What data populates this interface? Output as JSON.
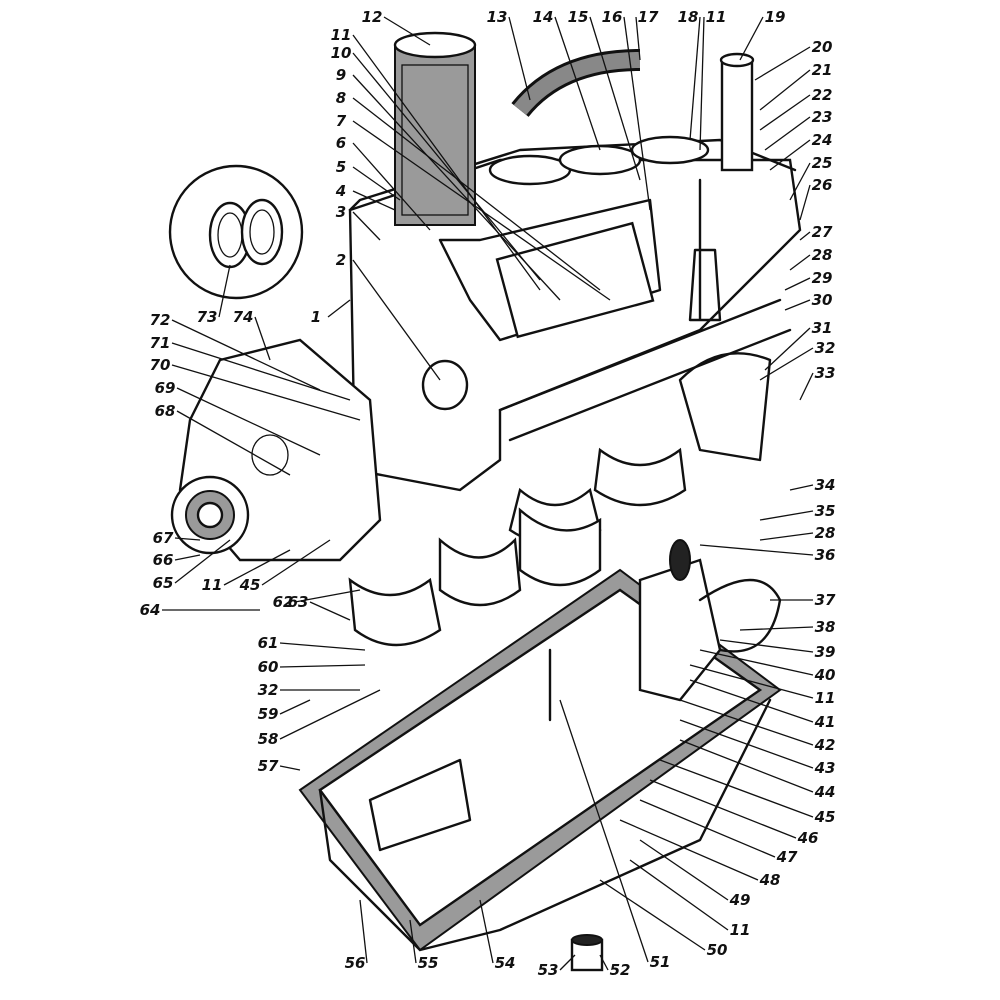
{
  "diagram": {
    "type": "exploded-view",
    "callouts": [
      "12",
      "13",
      "14",
      "15",
      "16",
      "17",
      "18",
      "11",
      "19",
      "20",
      "21",
      "22",
      "23",
      "24",
      "25",
      "26",
      "27",
      "28",
      "29",
      "30",
      "31",
      "32",
      "33",
      "34",
      "35",
      "28",
      "36",
      "37",
      "38",
      "39",
      "40",
      "11",
      "41",
      "42",
      "43",
      "44",
      "45",
      "46",
      "47",
      "48",
      "49",
      "11",
      "50",
      "56",
      "55",
      "54",
      "53",
      "52",
      "51",
      "11",
      "10",
      "9",
      "8",
      "7",
      "6",
      "5",
      "4",
      "3",
      "2",
      "1",
      "73",
      "74",
      "72",
      "71",
      "70",
      "69",
      "68",
      "67",
      "66",
      "65",
      "11",
      "45",
      "64",
      "62",
      "63",
      "61",
      "60",
      "32",
      "59",
      "58",
      "57"
    ]
  }
}
